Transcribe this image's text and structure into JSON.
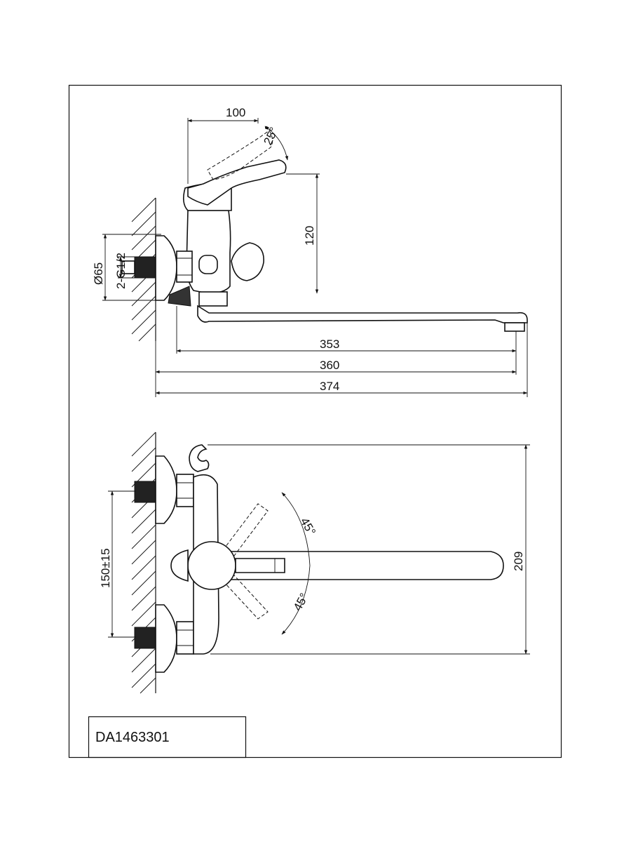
{
  "drawing": {
    "model_code": "DA1463301",
    "side_view": {
      "handle_width": "100",
      "handle_angle": "25°",
      "handle_height": "120",
      "flange_diameter": "Ø65",
      "thread": "2-G1/2",
      "spout_length": "353",
      "spout_reach": "360",
      "overall_length": "374"
    },
    "top_view": {
      "inlet_spacing": "150±15",
      "spout_swivel_upper": "45°",
      "spout_swivel_lower": "45°",
      "overall_depth": "209"
    }
  }
}
